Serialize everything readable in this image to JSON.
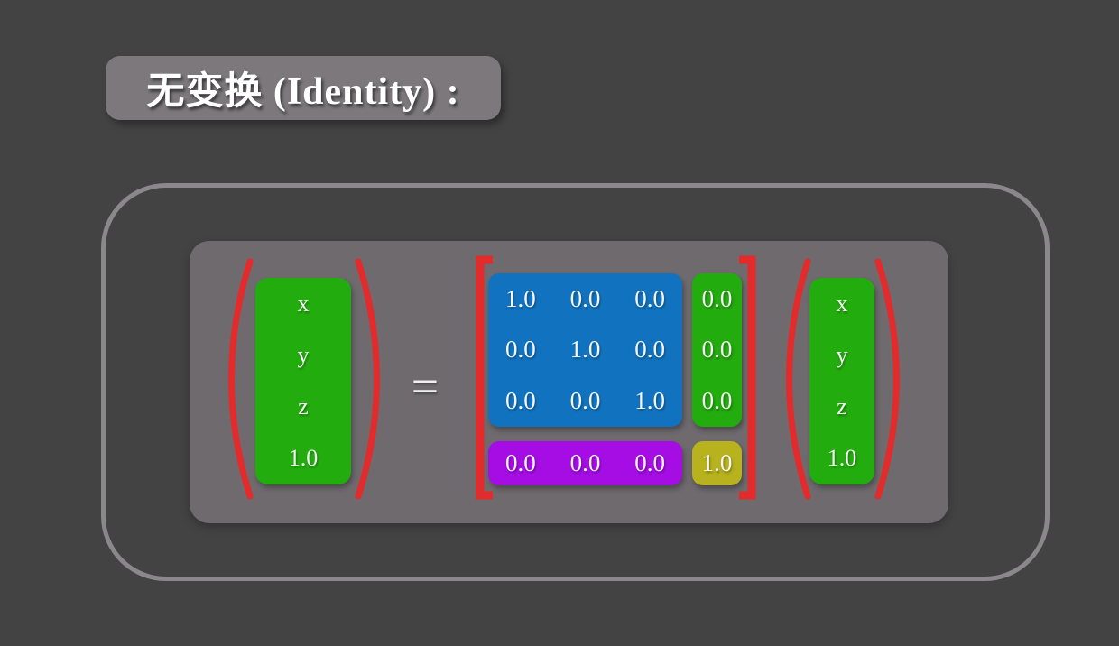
{
  "title": "无变换 (Identity) :",
  "equation": {
    "equals_sign": "=",
    "left_vector": [
      "x",
      "y",
      "z",
      "1.0"
    ],
    "matrix": {
      "rotation": [
        [
          "1.0",
          "0.0",
          "0.0"
        ],
        [
          "0.0",
          "1.0",
          "0.0"
        ],
        [
          "0.0",
          "0.0",
          "1.0"
        ]
      ],
      "translation": [
        "0.0",
        "0.0",
        "0.0"
      ],
      "bottom_row": [
        "0.0",
        "0.0",
        "0.0"
      ],
      "corner": "1.0"
    },
    "right_vector": [
      "x",
      "y",
      "z",
      "1.0"
    ]
  },
  "colors": {
    "background": "#434343",
    "frame_border": "#8b888b",
    "panel": "#6e6a6e",
    "title_box": "#7c787c",
    "vector_green": "#23ac0e",
    "matrix_blue": "#1173bf",
    "translation_green": "#23ac0e",
    "bottom_row_purple": "#a50de4",
    "corner_olive": "#b7b21d",
    "delimiter_red": "#e32b2b",
    "text_white": "#f5f5f5"
  }
}
